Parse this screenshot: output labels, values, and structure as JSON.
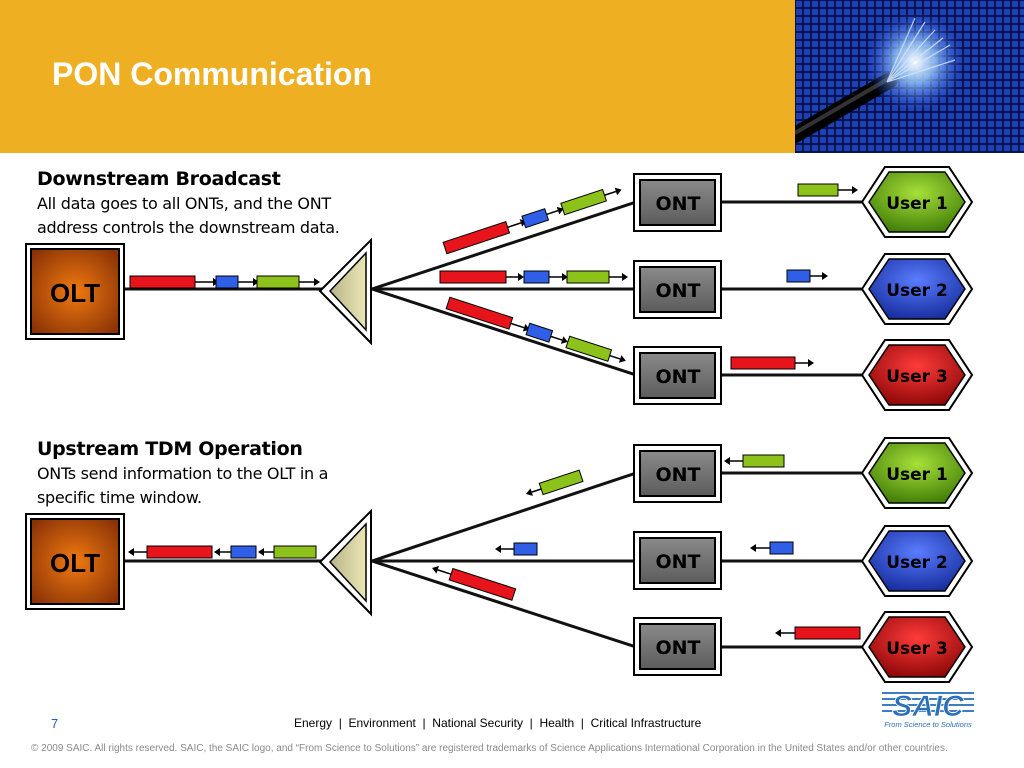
{
  "title": "PON Communication",
  "colors": {
    "header": "#efaf22",
    "olt": "#c8560b",
    "ont": "#6e6e6e",
    "user1": "#6aa60f",
    "user2": "#2c48c8",
    "user3": "#cc1a1a",
    "packet_red": "#e8141b",
    "packet_blue": "#2f5fe6",
    "packet_green": "#8dc21a"
  },
  "downstream": {
    "heading": "Downstream Broadcast",
    "description": "All data goes to all ONTs, and the ONT address controls the downstream data.",
    "olt_label": "OLT",
    "onts": [
      "ONT",
      "ONT",
      "ONT"
    ],
    "users": [
      "User 1",
      "User 2",
      "User 3"
    ]
  },
  "upstream": {
    "heading": "Upstream TDM Operation",
    "description": "ONTs send information to the OLT in a specific time window.",
    "olt_label": "OLT",
    "onts": [
      "ONT",
      "ONT",
      "ONT"
    ],
    "users": [
      "User 1",
      "User 2",
      "User 3"
    ]
  },
  "footer": {
    "page_number": "7",
    "tagline": "Energy  |  Environment  |  National Security  |  Health  |  Critical Infrastructure",
    "copyright": "© 2009 SAIC. All rights reserved. SAIC, the SAIC logo, and “From Science to Solutions” are registered trademarks of Science Applications International Corporation in the United States and/or other countries.",
    "logo_text": "SAIC",
    "logo_tagline": "From Science to Solutions"
  }
}
